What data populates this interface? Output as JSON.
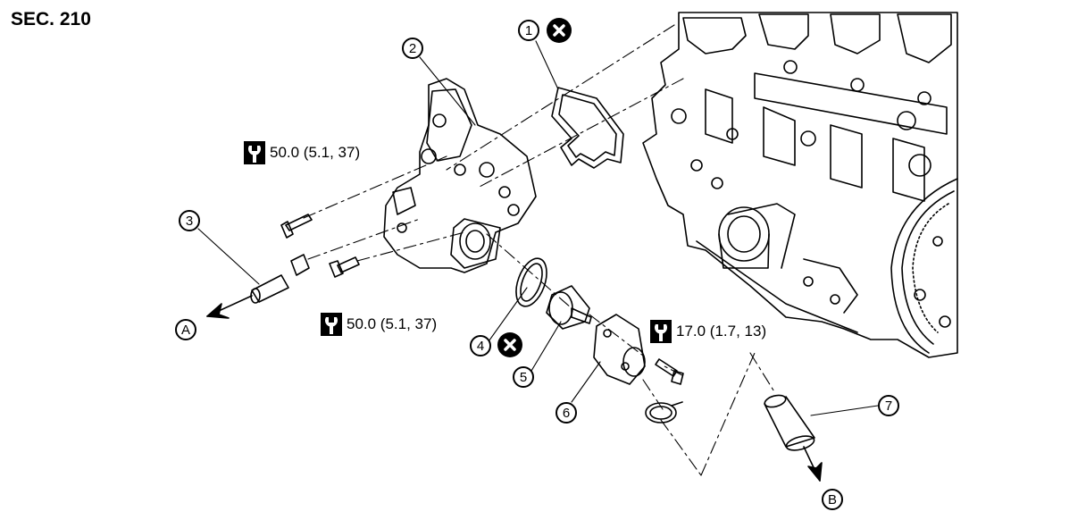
{
  "section": "SEC. 210",
  "torques": [
    {
      "text": "50.0 (5.1, 37)"
    },
    {
      "text": "50.0 (5.1, 37)"
    },
    {
      "text": "17.0 (1.7, 13)"
    }
  ],
  "callouts": [
    "1",
    "2",
    "3",
    "4",
    "5",
    "6",
    "7"
  ],
  "arrows": [
    "A",
    "B"
  ],
  "icons": {
    "torque": "torque-wrench-icon",
    "no_reuse": "do-not-reuse-icon"
  }
}
